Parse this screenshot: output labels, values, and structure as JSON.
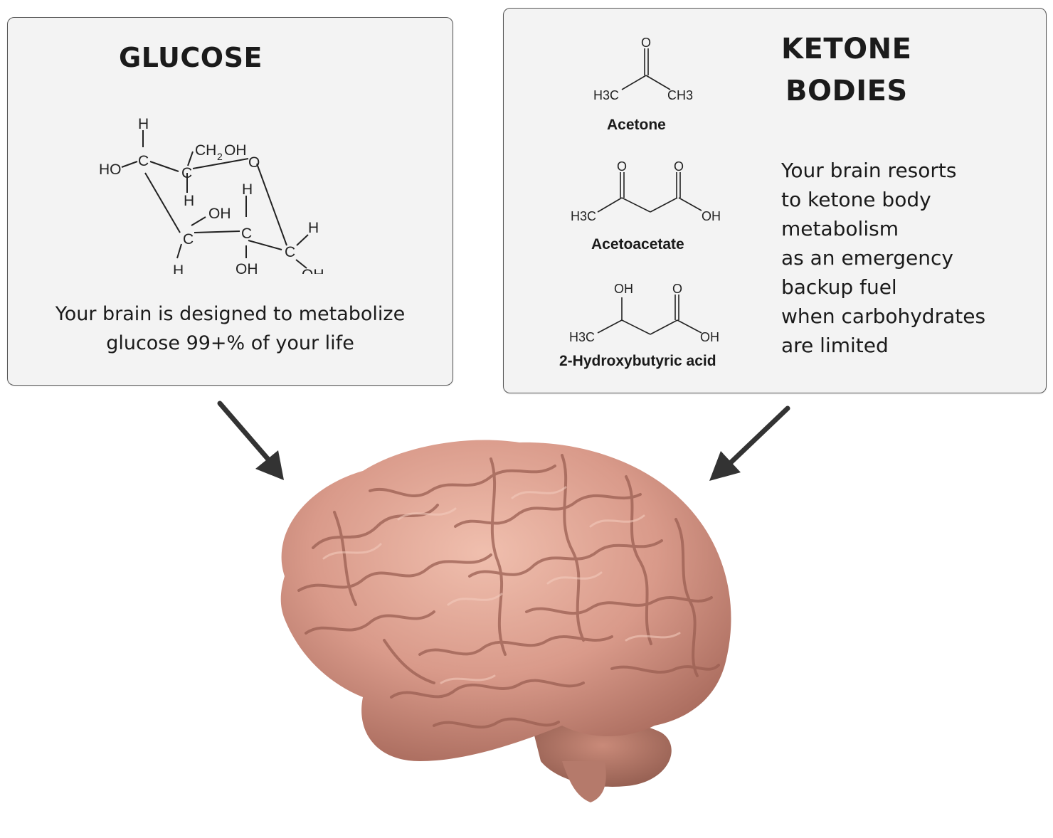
{
  "glucose": {
    "title": "GLUCOSE",
    "description_lines": [
      "Your brain is designed to metabolize",
      "glucose 99+% of your life"
    ],
    "structure_labels": {
      "h_top": "H",
      "ch2oh": "CH",
      "ch2oh_sub": "2",
      "ch2oh_tail": "OH",
      "ho_left": "HO",
      "c1": "C",
      "c2": "C",
      "o_ring": "O",
      "h_mid_left": "H",
      "oh_mid": "OH",
      "h_mid_right": "H",
      "c3": "C",
      "c4": "C",
      "c5": "C",
      "h_right": "H",
      "h_bottom": "H",
      "oh_bottom": "OH",
      "oh_right": "OH"
    }
  },
  "ketone": {
    "title_line1": "KETONE",
    "title_line2": "BODIES",
    "description_lines": [
      "Your brain resorts",
      "to ketone body",
      "metabolism",
      "as an emergency",
      "backup fuel",
      "when carbohydrates",
      "are limited"
    ],
    "molecules": [
      {
        "name": "Acetone",
        "labels": {
          "o": "O",
          "left": "H3C",
          "right": "CH3"
        }
      },
      {
        "name": "Acetoacetate",
        "labels": {
          "o1": "O",
          "o2": "O",
          "left": "H3C",
          "right": "OH"
        }
      },
      {
        "name": "2-Hydroxybutyric acid",
        "labels": {
          "oh": "OH",
          "o": "O",
          "left": "H3C",
          "right": "OH"
        }
      }
    ]
  },
  "colors": {
    "panel_bg": "#f3f3f3",
    "panel_border": "#555555",
    "arrow": "#333333",
    "brain_main": "#d99a8a",
    "brain_shadow": "#a86a5c",
    "brain_highlight": "#f2c3b3"
  },
  "icons": {
    "left_arrow": "arrow-down-right-icon",
    "right_arrow": "arrow-down-left-icon",
    "brain": "brain-illustration"
  }
}
